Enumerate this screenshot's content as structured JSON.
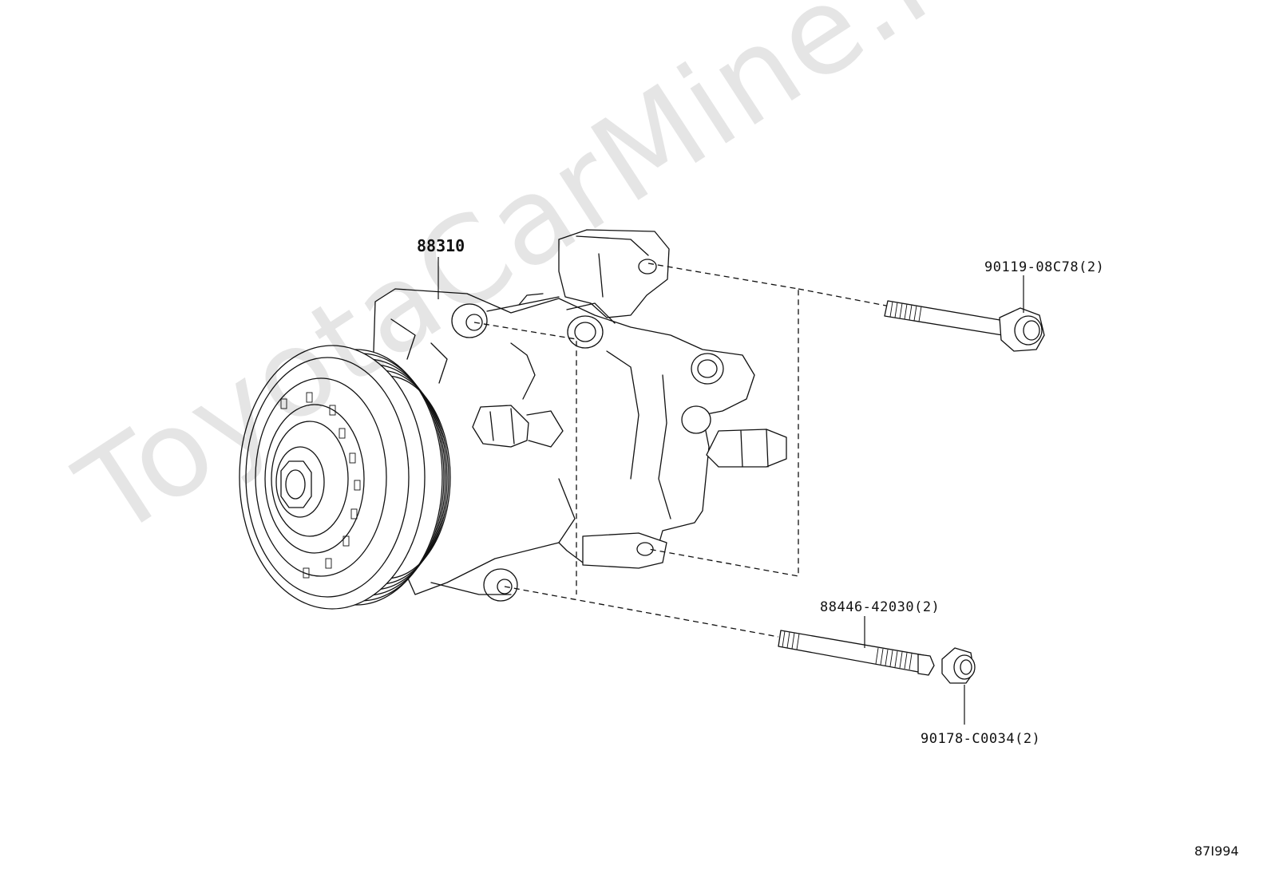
{
  "watermark": "ToyotaCarMine.ru",
  "drawing_code": "87I994",
  "parts": {
    "compressor": "88310",
    "bolt": "90119-08C78(2)",
    "stud": "88446-42030(2)",
    "nut": "90178-C0034(2)"
  }
}
